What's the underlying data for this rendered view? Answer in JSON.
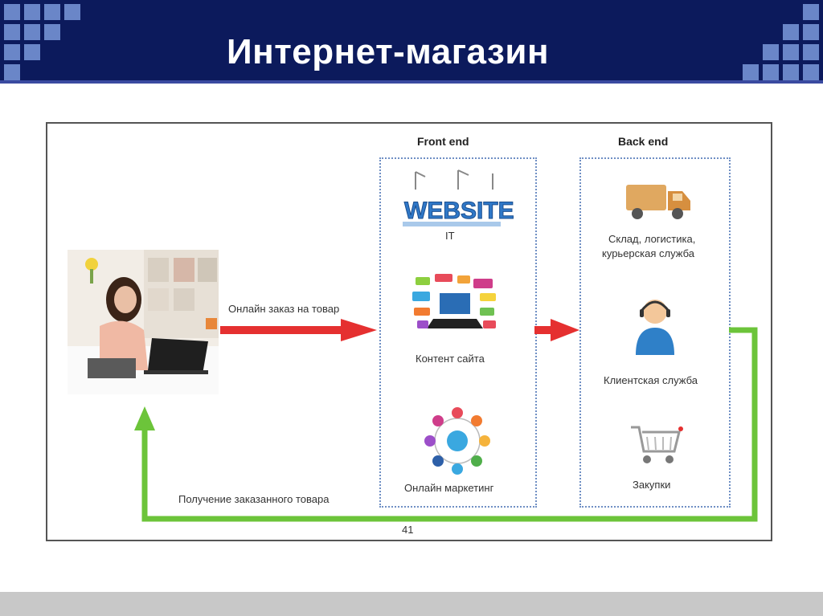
{
  "slide": {
    "title": "Интернет-магазин",
    "page_number": "41"
  },
  "colors": {
    "header_bg": "#0c1a5c",
    "square_accent": "#6a86c8",
    "red_arrow": "#e53030",
    "green_arrow": "#6cc43a",
    "panel_border": "#6f8fc4"
  },
  "diagram": {
    "front_end": {
      "title": "Front end",
      "items": [
        {
          "label": "IT",
          "icon": "website-icon",
          "logo_text": "WEBSITE"
        },
        {
          "label": "Контент сайта",
          "icon": "content-bubbles-icon"
        },
        {
          "label": "Онлайн маркетинг",
          "icon": "network-icon"
        }
      ]
    },
    "back_end": {
      "title": "Back end",
      "items": [
        {
          "label": "Склад, логистика, курьерская служба",
          "label_line1": "Склад, логистика,",
          "label_line2": "курьерская служба",
          "icon": "truck-icon"
        },
        {
          "label": "Клиентская служба",
          "icon": "support-agent-icon"
        },
        {
          "label": "Закупки",
          "icon": "shopping-cart-icon"
        }
      ]
    },
    "arrows": {
      "order_label": "Онлайн заказ на товар",
      "receive_label": "Получение заказанного товара"
    },
    "customer": {
      "icon": "woman-laptop-photo"
    }
  }
}
